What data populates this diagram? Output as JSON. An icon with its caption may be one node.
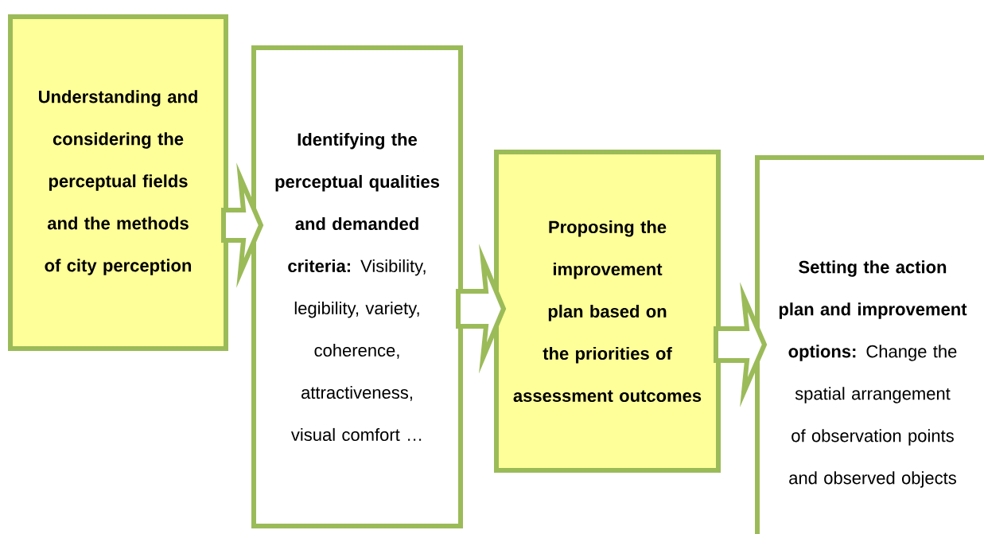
{
  "diagram": {
    "nodes": [
      {
        "text": [
          "Understanding and considering the perceptual fields and the methods of city perception"
        ]
      },
      {
        "text": [
          "**Identifying the perceptual qualities and demanded criteria:** Visibility, legibility, variety, coherence, attractiveness, visual comfort …"
        ]
      },
      {
        "text": [
          "Proposing the improvement plan based on the priorities of assessment outcomes"
        ]
      },
      {
        "text": [
          "**Setting the action plan and improvement options:** Change the spatial arrangement of observation points and observed objects"
        ]
      }
    ],
    "edges": [
      {
        "from": 0,
        "to": 1,
        "arrow": "to"
      },
      {
        "from": 1,
        "to": 2,
        "arrow": "to"
      },
      {
        "from": 2,
        "to": 3,
        "arrow": "to"
      }
    ]
  }
}
